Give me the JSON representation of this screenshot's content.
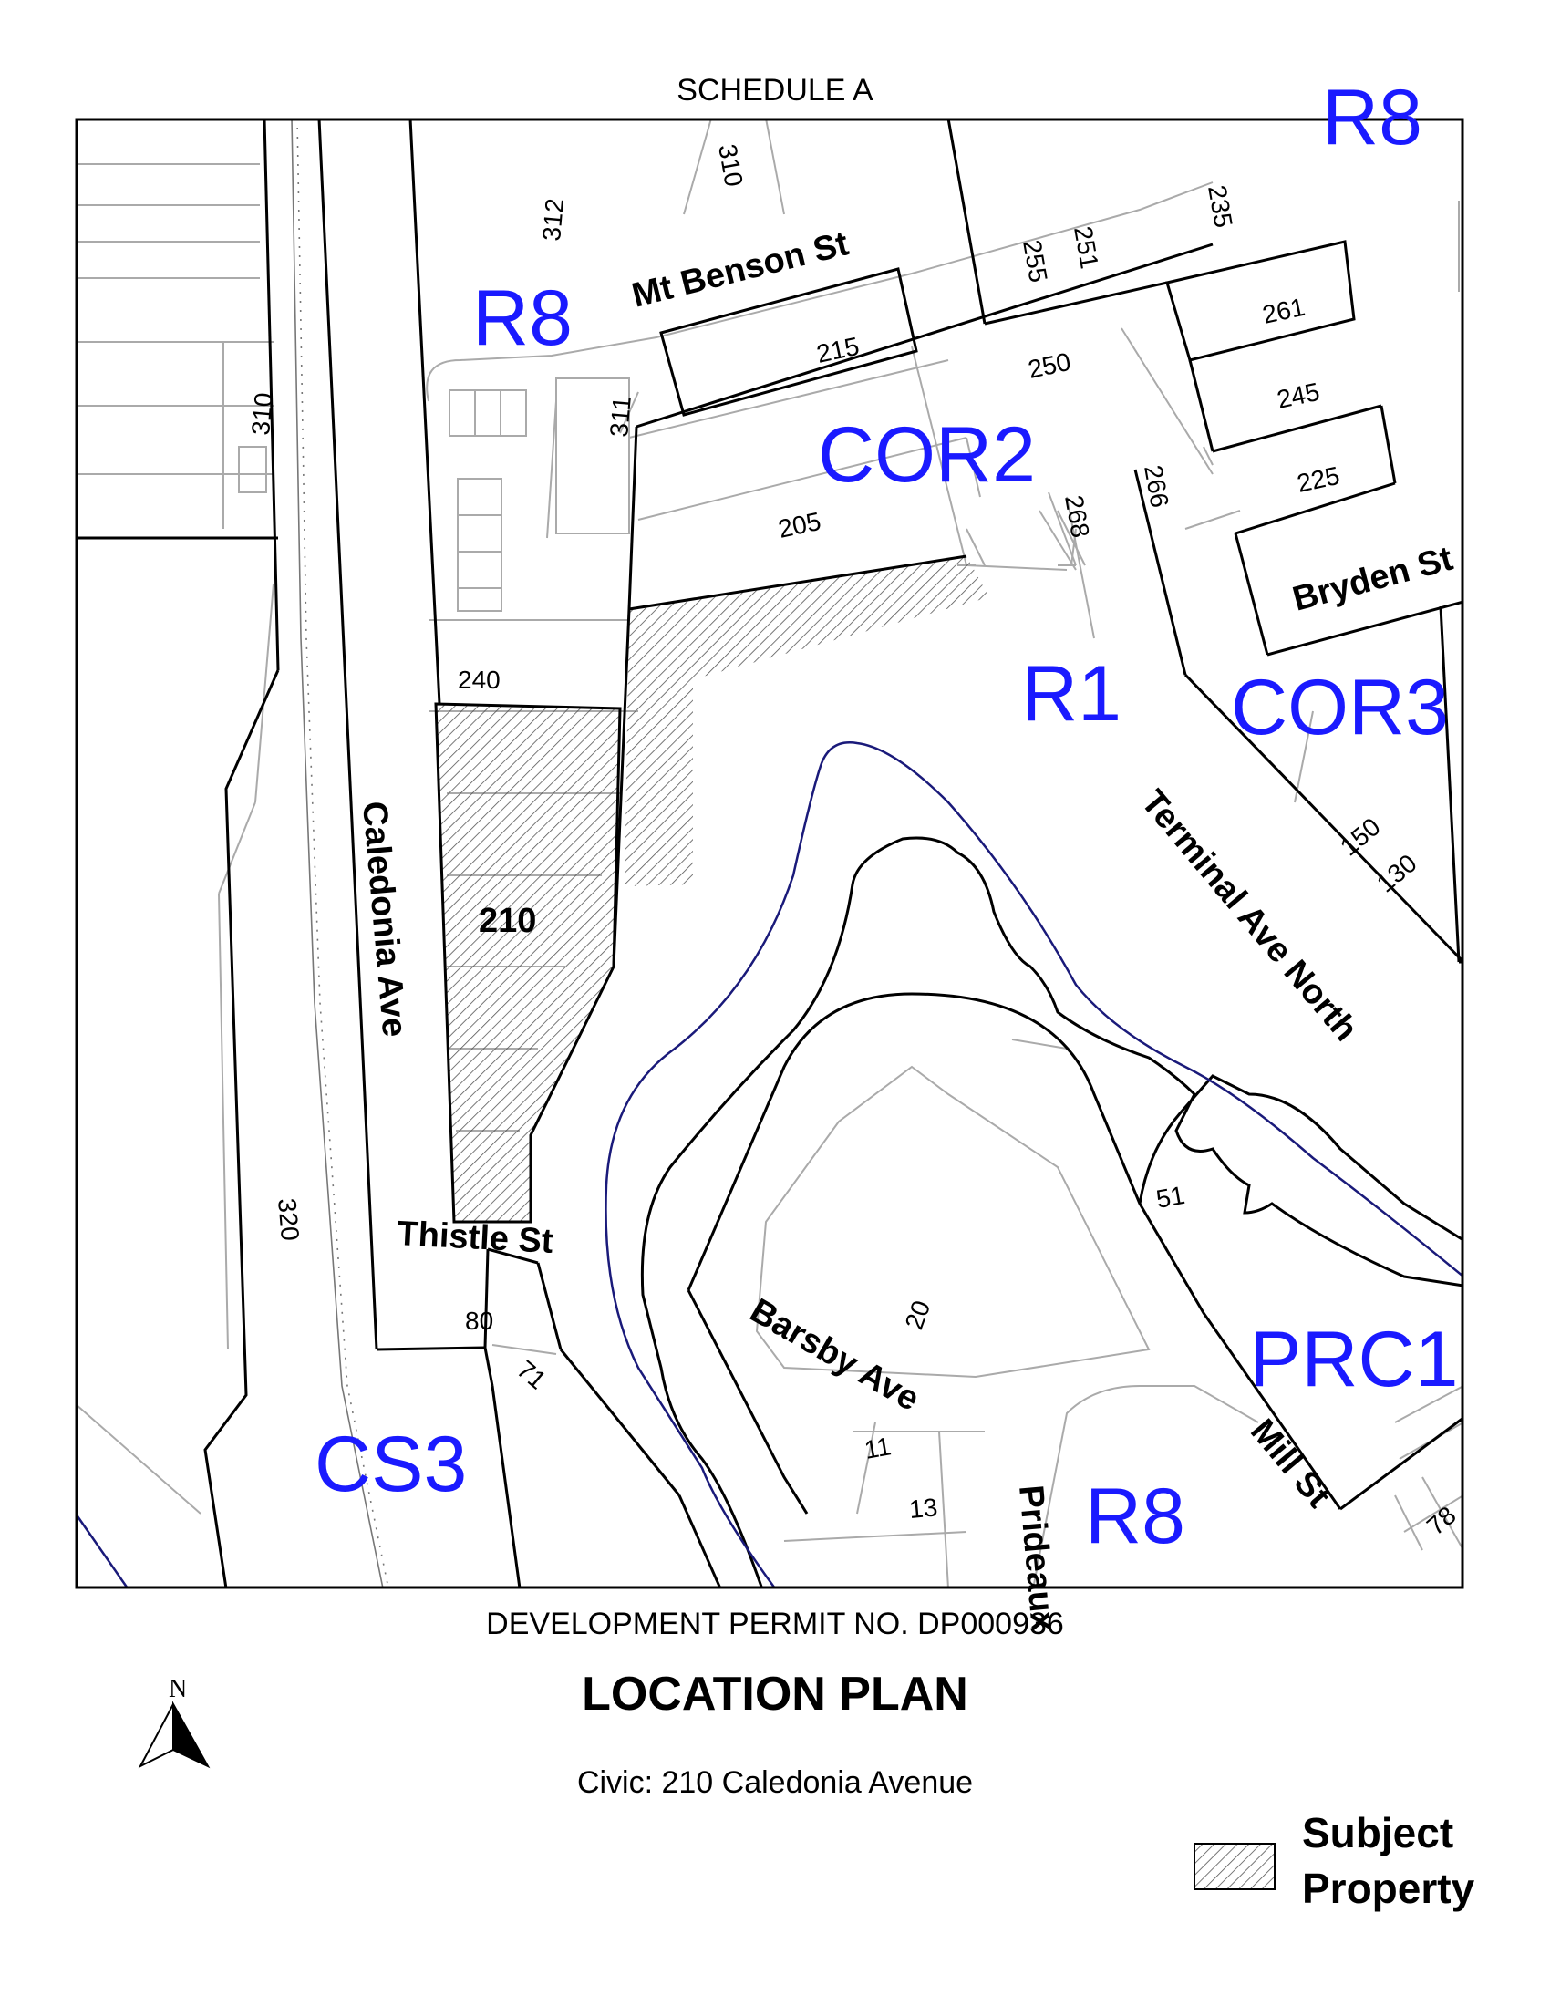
{
  "header": {
    "schedule": "SCHEDULE A"
  },
  "footer": {
    "permit": "DEVELOPMENT PERMIT NO. DP000936",
    "title": "LOCATION PLAN",
    "civic": "Civic: 210 Caledonia Avenue"
  },
  "north_arrow": {
    "label": "N"
  },
  "legend": {
    "line1": "Subject",
    "line2": "Property"
  },
  "colors": {
    "zone_label": "#1a1aff",
    "river": "#1a1a7a",
    "hatch": "#555555",
    "lot_line": "#aaaaaa"
  },
  "map": {
    "zones": {
      "r8_north": "R8",
      "cor2": "COR2",
      "r1": "R1",
      "cor3": "COR3",
      "prc1": "PRC1",
      "cs3": "CS3",
      "r8_south": "R8",
      "r_partial": "R8"
    },
    "streets": {
      "mt_benson": "Mt Benson St",
      "bryden": "Bryden St",
      "terminal": "Terminal Ave North",
      "caledonia": "Caledonia Ave",
      "thistle": "Thistle St",
      "barsby": "Barsby Ave",
      "mill": "Mill St",
      "prideaux": "Prideaux"
    },
    "civic_numbers": {
      "n310a": "310",
      "n312": "312",
      "n215": "215",
      "n311": "311",
      "n310b": "310",
      "n205": "205",
      "n255": "255",
      "n251": "251",
      "n235": "235",
      "n261": "261",
      "n250": "250",
      "n245": "245",
      "n225": "225",
      "n268": "268",
      "n266": "266",
      "n240": "240",
      "n210": "210",
      "n150": "150",
      "n130": "130",
      "n51": "51",
      "n320": "320",
      "n80": "80",
      "n71": "71",
      "n20": "20",
      "n11": "11",
      "n13": "13",
      "n78": "78"
    }
  }
}
